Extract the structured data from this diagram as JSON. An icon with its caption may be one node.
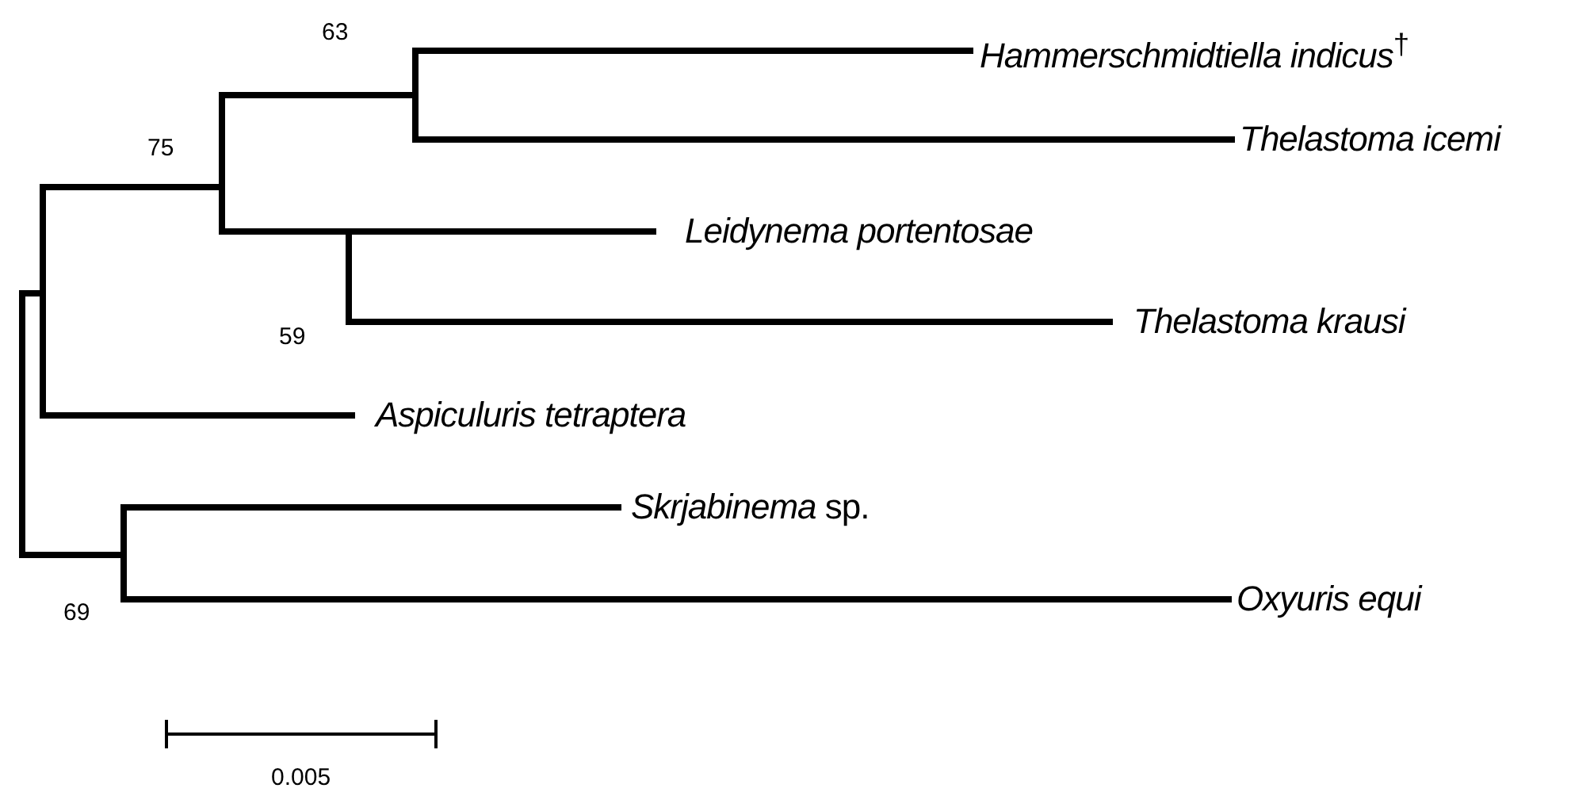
{
  "diagram": {
    "labels": [
      "63",
      "*Hammerschmidtiella indicus*$^{†}$",
      "75",
      "Thelastoma icemi",
      "Leidynema portentosae",
      "59",
      "Thelastoma krausi",
      "Aspiculuris tetraptera",
      "*Skrjabinema* sp.",
      "69",
      "Oxyuris equi",
      "0.005"
    ]
  }
}
